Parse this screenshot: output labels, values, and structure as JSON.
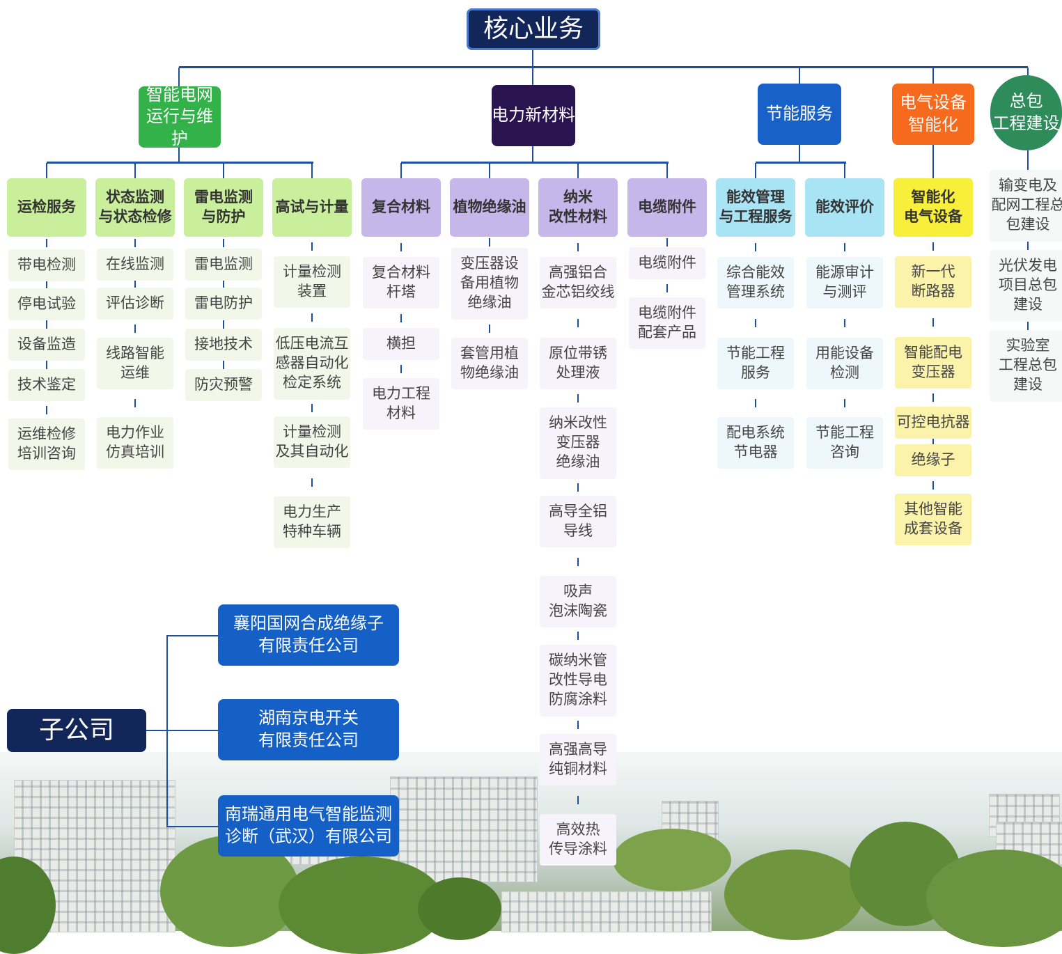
{
  "root": "核心业务",
  "colors": {
    "root": "#12265a",
    "grid_green": "#34b24a",
    "material_purple": "#2a1450",
    "energy_blue": "#1861c9",
    "electrical_orange": "#f56a1c",
    "epc_teal": "#2d8c5a",
    "green_light": "#c9ef9c",
    "purple_light": "#c6b6ea",
    "blue_light": "#a9e4f4",
    "yellow": "#f7ef3a",
    "yellow_light": "#fbf3a9",
    "company_blue": "#1560c6",
    "line": "#1e4f9e"
  },
  "categories": [
    {
      "label": "智能电网\n运行与维护",
      "icon": "none",
      "columns": [
        {
          "header": "运检服务",
          "items": [
            "带电检测",
            "停电试验",
            "设备监造",
            "技术鉴定",
            "运维检修\n培训咨询"
          ]
        },
        {
          "header": "状态监测\n与状态检修",
          "items": [
            "在线监测",
            "评估诊断",
            "线路智能\n运维",
            "电力作业\n仿真培训"
          ]
        },
        {
          "header": "雷电监测\n与防护",
          "items": [
            "雷电监测",
            "雷电防护",
            "接地技术",
            "防灾预警"
          ]
        },
        {
          "header": "高试与计量",
          "items": [
            "计量检测\n装置",
            "低压电流互\n感器自动化\n检定系统",
            "计量检测\n及其自动化",
            "电力生产\n特种车辆"
          ]
        }
      ]
    },
    {
      "label": "电力新材料",
      "columns": [
        {
          "header": "复合材料",
          "items": [
            "复合材料\n杆塔",
            "横担",
            "电力工程\n材料"
          ]
        },
        {
          "header": "植物绝缘油",
          "items": [
            "变压器设\n备用植物\n绝缘油",
            "套管用植\n物绝缘油"
          ]
        },
        {
          "header": "纳米\n改性材料",
          "items": [
            "高强铝合\n金芯铝绞线",
            "原位带锈\n处理液",
            "纳米改性\n变压器\n绝缘油",
            "高导全铝\n导线",
            "吸声\n泡沫陶瓷",
            "碳纳米管\n改性导电\n防腐涂料",
            "高强高导\n纯铜材料",
            "高效热\n传导涂料"
          ]
        },
        {
          "header": "电缆附件",
          "items": [
            "电缆附件",
            "电缆附件\n配套产品"
          ]
        }
      ]
    },
    {
      "label": "节能服务",
      "columns": [
        {
          "header": "能效管理\n与工程服务",
          "items": [
            "综合能效\n管理系统",
            "节能工程\n服务",
            "配电系统\n节电器"
          ]
        },
        {
          "header": "能效评价",
          "items": [
            "能源审计\n与测评",
            "用能设备\n检测",
            "节能工程\n咨询"
          ]
        }
      ]
    },
    {
      "label": "电气设备\n智能化",
      "columns": [
        {
          "header": "智能化\n电气设备",
          "items": [
            "新一代\n断路器",
            "智能配电\n变压器",
            "可控电抗器",
            "绝缘子",
            "其他智能\n成套设备"
          ]
        }
      ]
    },
    {
      "label": "总包\n工程建设",
      "columns": [
        {
          "header": "",
          "items": [
            "输变电及\n配网工程总\n包建设",
            "光伏发电\n项目总包\n建设",
            "实验室\n工程总包\n建设"
          ]
        }
      ]
    }
  ],
  "subsidiaries": {
    "label": "子公司",
    "companies": [
      "襄阳国网合成绝缘子\n有限责任公司",
      "湖南京电开关\n有限责任公司",
      "南瑞通用电气智能监测\n诊断（武汉）有限公司"
    ]
  }
}
